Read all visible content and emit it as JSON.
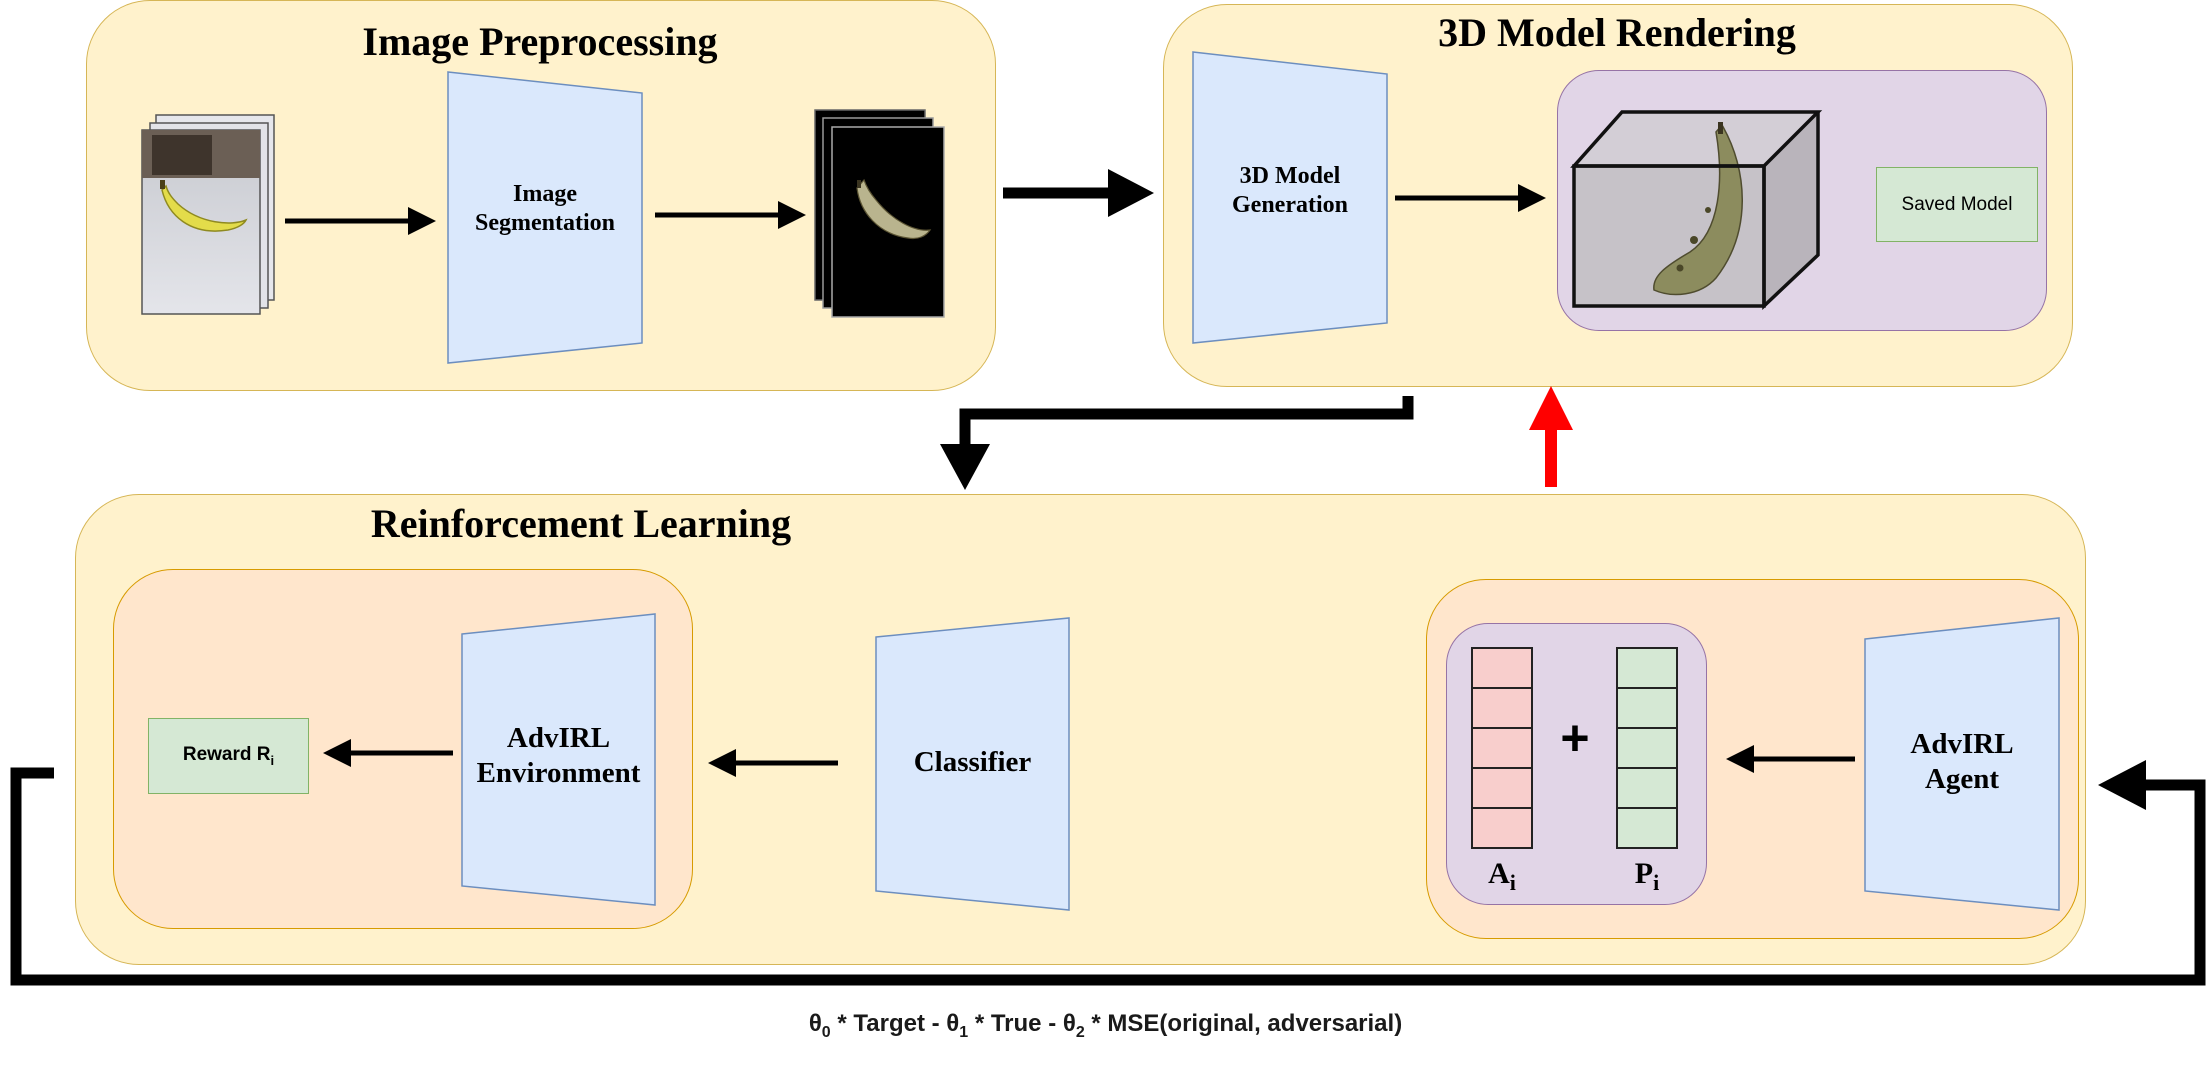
{
  "sections": {
    "preprocessing": {
      "title": "Image Preprocessing",
      "segmentation_label": "Image\nSegmentation"
    },
    "rendering": {
      "title": "3D Model Rendering",
      "generation_label": "3D Model\nGeneration",
      "saved_model_label": "Saved Model"
    },
    "rl": {
      "title": "Reinforcement Learning",
      "environment_label": "AdvIRL\nEnvironment",
      "classifier_label": "Classifier",
      "agent_label": "AdvIRL\nAgent",
      "reward_label": "Reward R",
      "reward_sub": "i",
      "action_label": "A",
      "action_sub": "i",
      "param_label": "P",
      "param_sub": "i",
      "plus_sign": "+"
    }
  },
  "formula": {
    "t0": "θ",
    "s0": "0",
    "p0": " * Target - ",
    "t1": "θ",
    "s1": "1",
    "p1": " * True - ",
    "t2": "θ",
    "s2": "2",
    "p2": " * MSE(original, adversarial)"
  },
  "colors": {
    "section_fill": "#fff2cc",
    "section_border": "#d6b656",
    "trapezoid_fill": "#dae8fc",
    "trapezoid_border": "#6c8ebf",
    "inner_orange": "#ffe6cc",
    "inner_purple": "#e1d5e7",
    "green_fill": "#d5e8d4",
    "action_fill": "#f8cecc",
    "param_fill": "#d5e8d4",
    "feedback_arrow": "#ff0000"
  },
  "icons": [
    "banana-photo-stack-icon",
    "segmented-banana-stack-icon",
    "banana-3d-cube-icon"
  ]
}
